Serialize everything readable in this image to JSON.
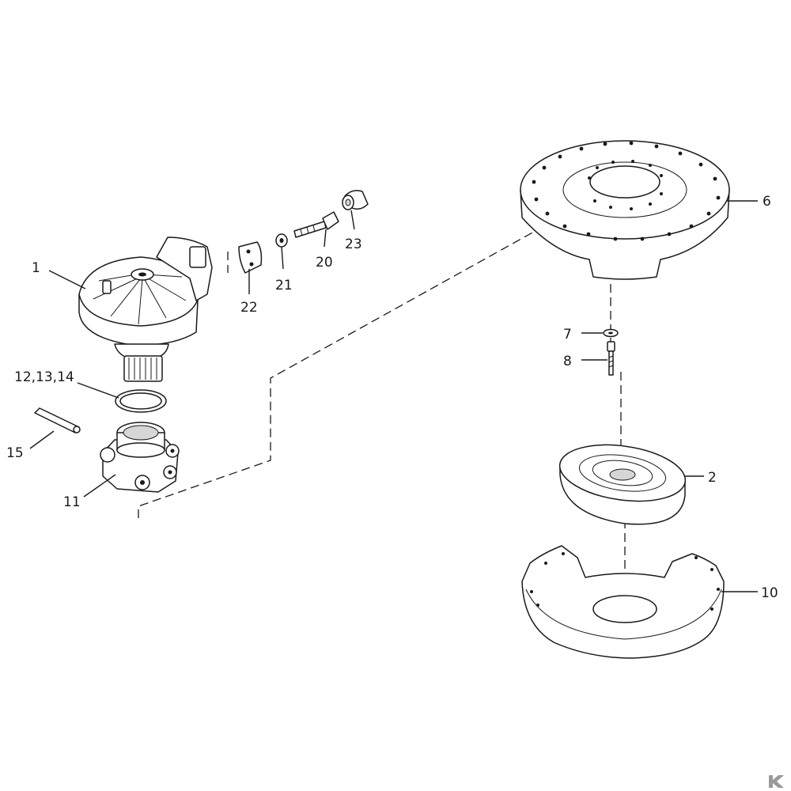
{
  "labels": {
    "p1": "1",
    "p2": "2",
    "p6": "6",
    "p7": "7",
    "p8": "8",
    "p10": "10",
    "p11": "11",
    "p12_13_14": "12,13,14",
    "p15": "15",
    "p20": "20",
    "p21": "21",
    "p22": "22",
    "p23": "23"
  },
  "watermark": {
    "name": "k-logo-icon",
    "color": "#9a9a9a"
  }
}
